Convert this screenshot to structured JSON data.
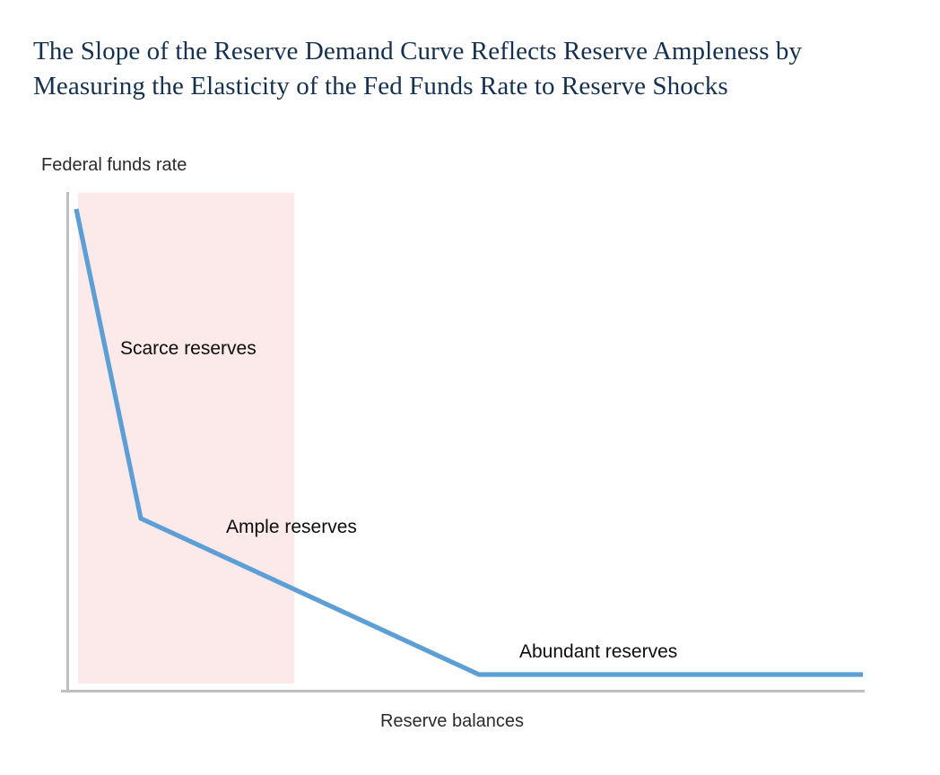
{
  "title": "The Slope of the Reserve Demand Curve Reflects Reserve Ampleness by Measuring the Elasticity of the Fed Funds Rate to Reserve Shocks",
  "axes": {
    "y_title": "Federal funds rate",
    "x_title": "Reserve balances"
  },
  "annotations": {
    "scarce": "Scarce reserves",
    "ample": "Ample reserves",
    "abundant": "Abundant reserves"
  },
  "colors": {
    "title": "#16304F",
    "curve": "#5B9FD5",
    "shaded_band": "#FCE9EA",
    "axis": "#BFBFBF",
    "annotation_text": "#0D0D0D"
  },
  "chart_data": {
    "type": "line",
    "title": "The Slope of the Reserve Demand Curve Reflects Reserve Ampleness by Measuring the Elasticity of the Fed Funds Rate to Reserve Shocks",
    "xlabel": "Reserve balances",
    "ylabel": "Federal funds rate",
    "grid": false,
    "legend": "none",
    "axis_ticks": {
      "x": [],
      "y": []
    },
    "xlim": [
      0,
      100
    ],
    "ylim": [
      0,
      100
    ],
    "series": [
      {
        "name": "Reserve demand curve",
        "color": "#5B9FD5",
        "points": [
          {
            "x": 1.1,
            "y": 96.7
          },
          {
            "x": 9.2,
            "y": 33.7
          },
          {
            "x": 51.9,
            "y": 1.9
          },
          {
            "x": 100.0,
            "y": 1.9
          }
        ]
      }
    ],
    "regions": [
      {
        "name": "Scarce reserves",
        "label": "Scarce reserves",
        "type": "vertical-band",
        "x_start": 1.4,
        "x_end": 28.6,
        "fill": "#FCE9EA"
      },
      {
        "name": "Ample reserves",
        "label": "Ample reserves",
        "type": "annotation",
        "x": 20.2,
        "y": 34.1
      },
      {
        "name": "Abundant reserves",
        "label": "Abundant reserves",
        "type": "annotation",
        "x": 57.4,
        "y": 9.0
      }
    ],
    "annotations": [
      "Scarce reserves",
      "Ample reserves",
      "Abundant reserves"
    ]
  }
}
